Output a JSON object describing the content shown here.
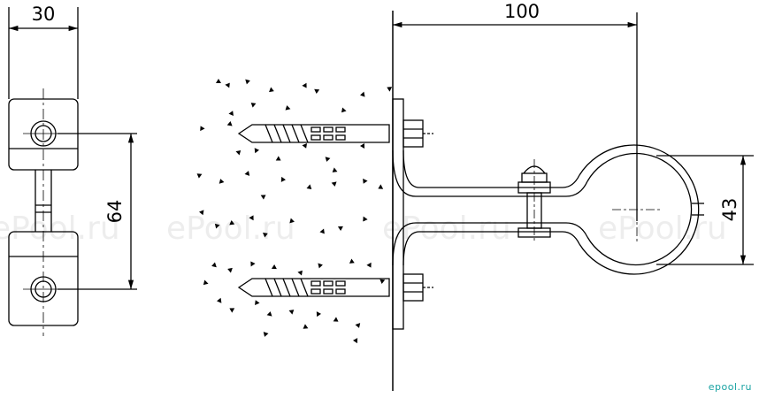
{
  "dimensions": {
    "top_width": "30",
    "side_height": "64",
    "main_length": "100",
    "pipe_diameter": "43"
  },
  "watermark": {
    "text": "ePool.ru"
  },
  "logo": {
    "text": "epool.ru",
    "color": "#1aa3a3"
  }
}
